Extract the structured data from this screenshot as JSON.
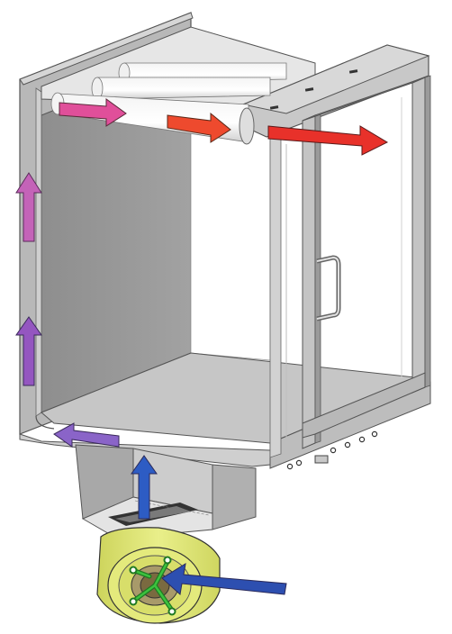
{
  "diagram": {
    "components": [
      {
        "id": "cabinet",
        "icon": "cabinet-housing-icon"
      },
      {
        "id": "rollers",
        "icon": "roller-cylinders-icon"
      },
      {
        "id": "glass-door",
        "icon": "glass-door-icon"
      },
      {
        "id": "door-handle",
        "icon": "door-handle-icon"
      },
      {
        "id": "blower-fan",
        "icon": "centrifugal-fan-icon"
      },
      {
        "id": "air-duct",
        "icon": "air-duct-icon"
      }
    ],
    "airflow": [
      {
        "id": "fan-intake",
        "color": "#2d4fb0"
      },
      {
        "id": "duct-up",
        "color": "#2d5cc4"
      },
      {
        "id": "floor-back",
        "color": "#8a64c8"
      },
      {
        "id": "back-up-lower",
        "color": "#9456c0"
      },
      {
        "id": "back-up-upper",
        "color": "#c463b8"
      },
      {
        "id": "top-forward",
        "color": "#e04f9a"
      },
      {
        "id": "top-mid",
        "color": "#ee4a2e"
      },
      {
        "id": "top-exit",
        "color": "#e8312a"
      }
    ],
    "colors": {
      "steel": "#b4b4b4",
      "steel_dark": "#8c8c8c",
      "steel_light": "#d8d8d8",
      "interior_back": "#979797",
      "floor": "#c8c8c8",
      "fan_yellow": "#e2e87a",
      "fan_green": "#35a636"
    }
  }
}
